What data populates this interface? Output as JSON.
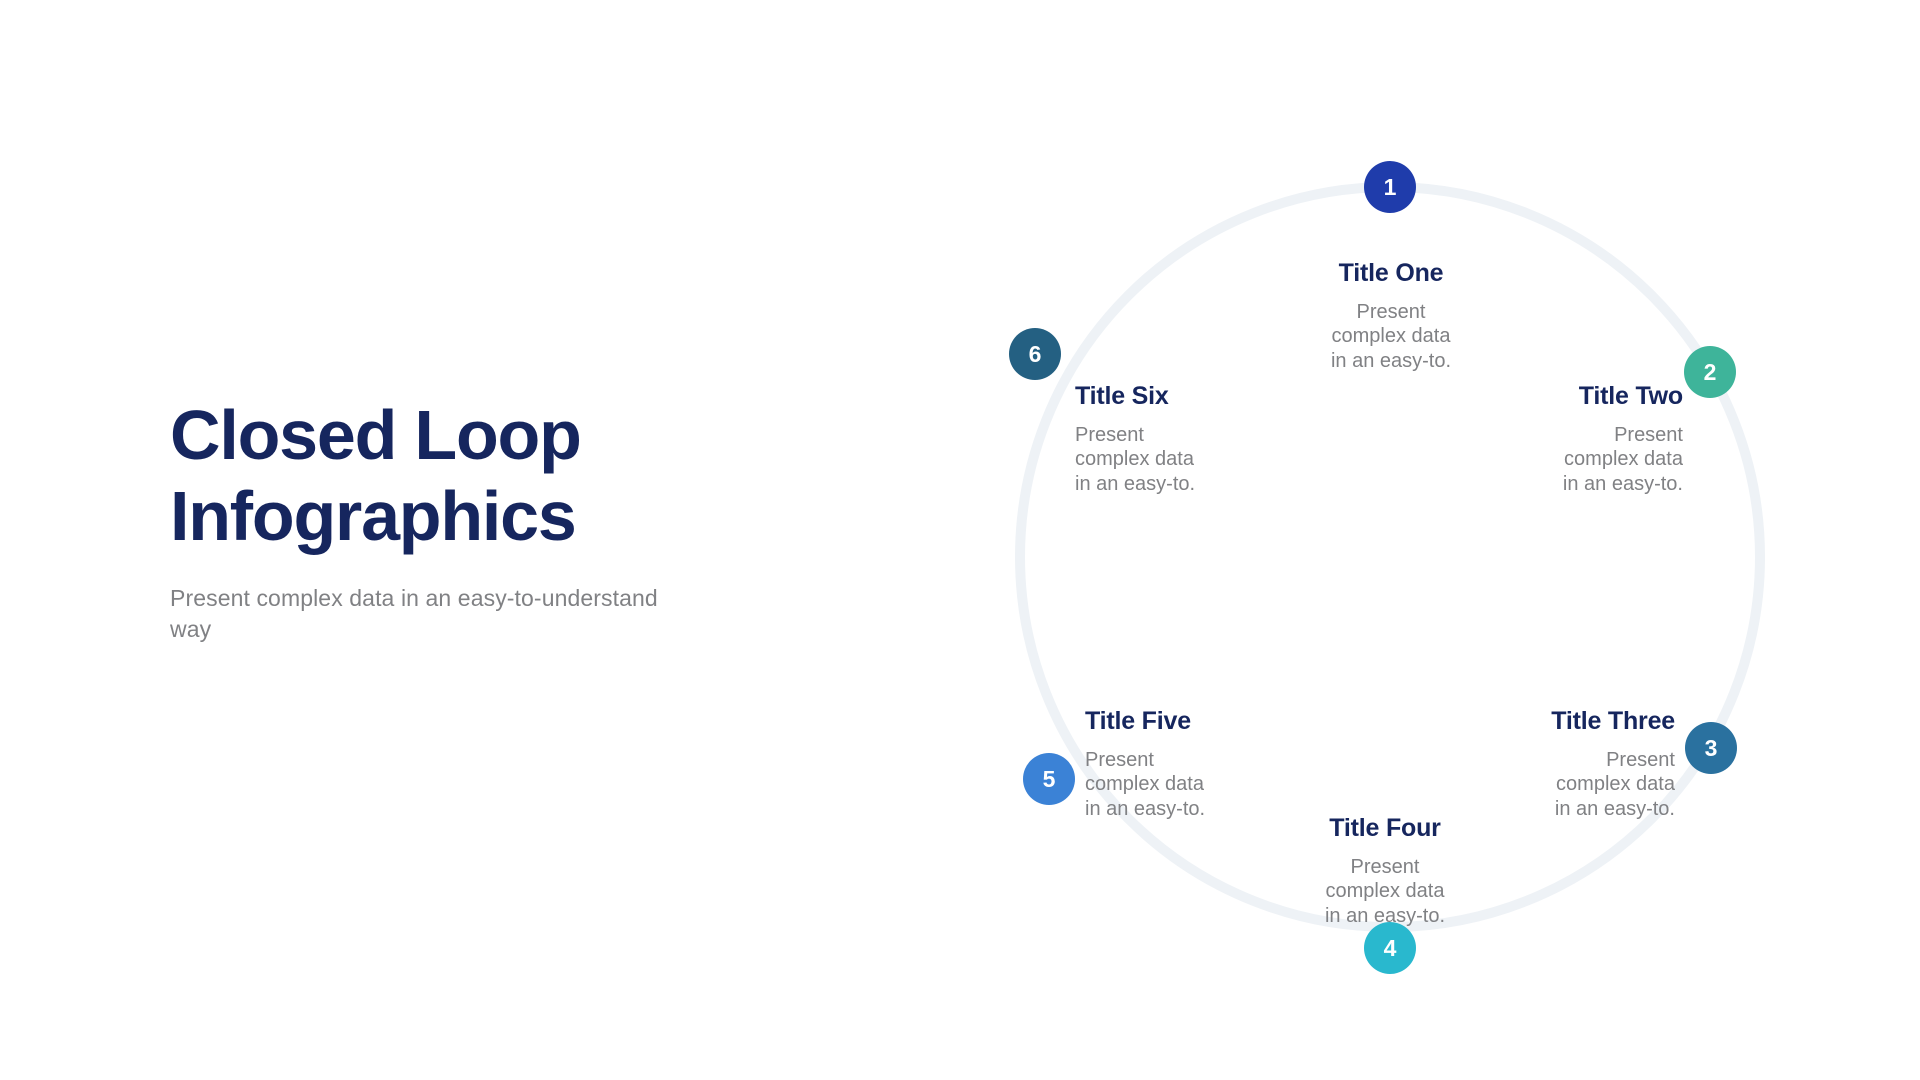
{
  "hero": {
    "title": "Closed Loop\nInfographics",
    "subtitle": "Present complex data in an easy-to-understand way",
    "title_color": "#16265e",
    "subtitle_color": "#808184"
  },
  "diagram": {
    "type": "closed-loop-cycle",
    "ring_color": "#eef2f6",
    "ring_width": 10,
    "background": "#ffffff",
    "nodes": [
      {
        "number": "1",
        "title": "Title One",
        "body": "Present\ncomplex data\nin an easy-to.",
        "color": "#1f3cab",
        "align": "center"
      },
      {
        "number": "2",
        "title": "Title Two",
        "body": "Present\ncomplex data\nin an easy-to.",
        "color": "#3eb49a",
        "align": "right"
      },
      {
        "number": "3",
        "title": "Title Three",
        "body": "Present\ncomplex data\nin an easy-to.",
        "color": "#2a719f",
        "align": "right"
      },
      {
        "number": "4",
        "title": "Title Four",
        "body": "Present\ncomplex data\nin an easy-to.",
        "color": "#29b8ce",
        "align": "center"
      },
      {
        "number": "5",
        "title": "Title Five",
        "body": "Present\ncomplex data\nin an easy-to.",
        "color": "#3b82d6",
        "align": "left"
      },
      {
        "number": "6",
        "title": "Title Six",
        "body": "Present\ncomplex data\nin an easy-to.",
        "color": "#246082",
        "align": "left"
      }
    ]
  }
}
